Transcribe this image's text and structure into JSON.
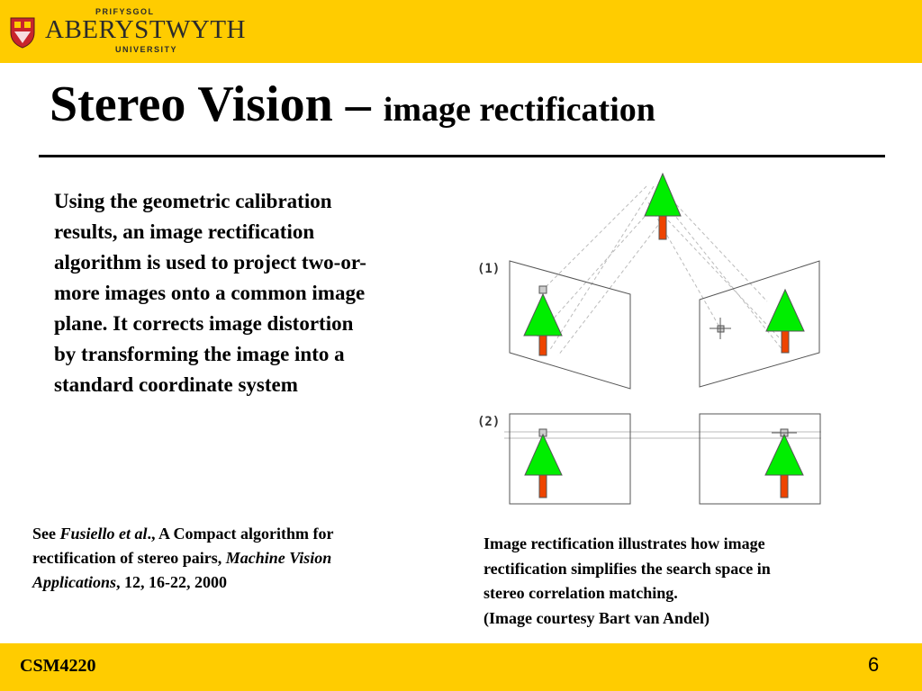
{
  "header": {
    "logo": {
      "line1": "PRIFYSGOL",
      "line2": "ABERYSTWYTH",
      "line3": "UNIVERSITY"
    }
  },
  "slide": {
    "title_main": "Stereo Vision – ",
    "title_sub": "image rectification",
    "body": "Using the geometric calibration results, an image rectification algorithm is used to project two-or-more images onto a common image plane. It corrects image distortion by transforming the image into a standard coordinate system",
    "reference": {
      "see": "See ",
      "author": "Fusiello et al",
      "after_author": "., A Compact algorithm for rectification of stereo pairs, ",
      "journal": "Machine Vision Applications",
      "details": ", 12, 16-22, 2000"
    },
    "figure": {
      "label1": "(1)",
      "label2": "(2)"
    },
    "caption": {
      "line1": "Image rectification illustrates how image",
      "line2": "rectification simplifies the search space in",
      "line3": "stereo correlation matching.",
      "line4": "(Image courtesy Bart van Andel)"
    }
  },
  "footer": {
    "course": "CSM4220",
    "page": "6"
  },
  "colors": {
    "bar": "#ffcc00",
    "tree_green": "#00ee00",
    "trunk_orange": "#ee4400"
  }
}
